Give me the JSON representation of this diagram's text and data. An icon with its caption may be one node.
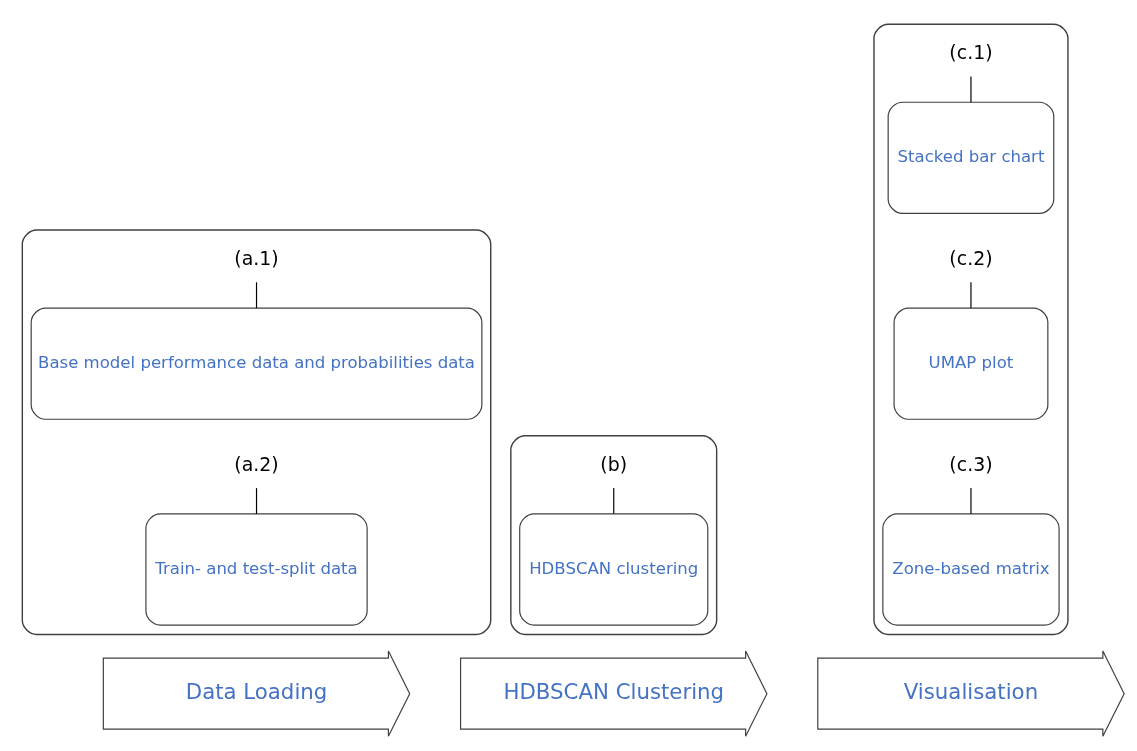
{
  "diagram": {
    "nodes": [
      {
        "text": [],
        "shape": "bracket"
      },
      {
        "text": [
          "(a.1)"
        ],
        "in": 0
      },
      {
        "text": [
          "Base model performance data and probabilities data"
        ],
        "in": 0
      },
      {
        "text": [
          "(a.2)"
        ],
        "in": 0
      },
      {
        "text": [
          "Train- and test-split data"
        ],
        "in": 0
      },
      {
        "text": [],
        "shape": "bracket"
      },
      {
        "text": [
          "(b)"
        ],
        "in": 5
      },
      {
        "text": [
          "HDBSCAN clustering"
        ],
        "in": 5
      },
      {
        "text": [],
        "shape": "bracket"
      },
      {
        "text": [
          "(c.1)"
        ],
        "in": 8
      },
      {
        "text": [
          "Stacked bar chart"
        ],
        "in": 8
      },
      {
        "text": [
          "(c.2)"
        ],
        "in": 8
      },
      {
        "text": [
          "UMAP plot"
        ],
        "in": 8
      },
      {
        "text": [
          "(c.3)"
        ],
        "in": 8
      },
      {
        "text": [
          "Zone-based matrix"
        ],
        "in": 8
      },
      {
        "text": [
          "Data Loading"
        ]
      },
      {
        "text": [
          "HDBSCAN Clustering"
        ]
      },
      {
        "text": [
          "Visualisation"
        ]
      }
    ],
    "edges": [
      {
        "from": 1,
        "to": 2,
        "arrow": "none"
      },
      {
        "from": 3,
        "to": 4,
        "arrow": "none"
      },
      {
        "from": 6,
        "to": 7,
        "arrow": "none"
      },
      {
        "from": 9,
        "to": 10,
        "arrow": "none"
      },
      {
        "from": 11,
        "to": 12,
        "arrow": "none"
      },
      {
        "from": 13,
        "to": 14,
        "arrow": "none"
      }
    ]
  }
}
